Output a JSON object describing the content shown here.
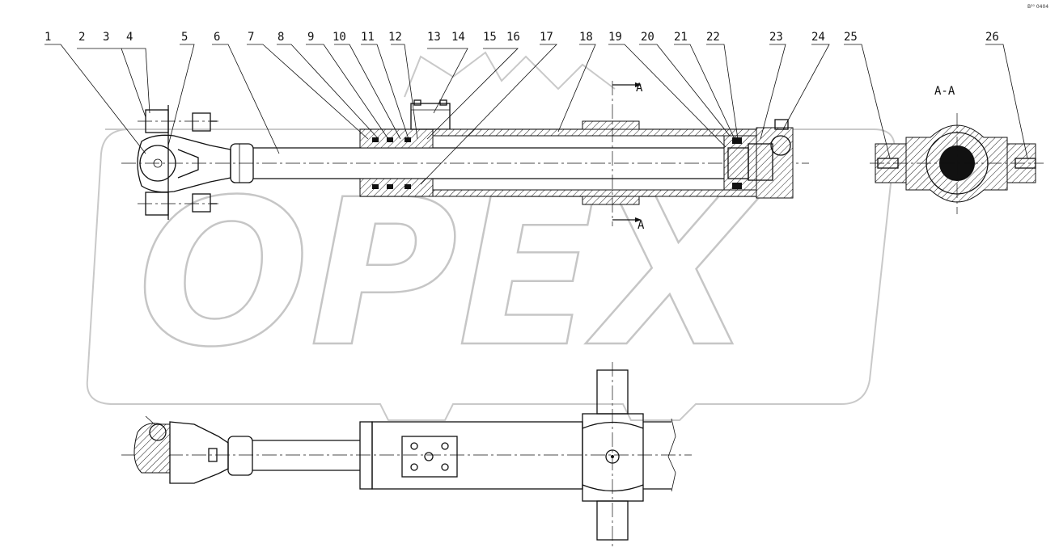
{
  "drawing": {
    "corner_code": "B²⁰ 0404",
    "watermark": "OPEX",
    "callouts": [
      {
        "num": "1"
      },
      {
        "num": "2"
      },
      {
        "num": "3"
      },
      {
        "num": "4"
      },
      {
        "num": "5"
      },
      {
        "num": "6"
      },
      {
        "num": "7"
      },
      {
        "num": "8"
      },
      {
        "num": "9"
      },
      {
        "num": "10"
      },
      {
        "num": "11"
      },
      {
        "num": "12"
      },
      {
        "num": "13"
      },
      {
        "num": "14"
      },
      {
        "num": "15"
      },
      {
        "num": "16"
      },
      {
        "num": "17"
      },
      {
        "num": "18"
      },
      {
        "num": "19"
      },
      {
        "num": "20"
      },
      {
        "num": "21"
      },
      {
        "num": "22"
      },
      {
        "num": "23"
      },
      {
        "num": "24"
      },
      {
        "num": "25"
      },
      {
        "num": "26"
      }
    ],
    "section_marker_top": "A",
    "section_marker_bottom": "A",
    "section_title": "A-A"
  }
}
